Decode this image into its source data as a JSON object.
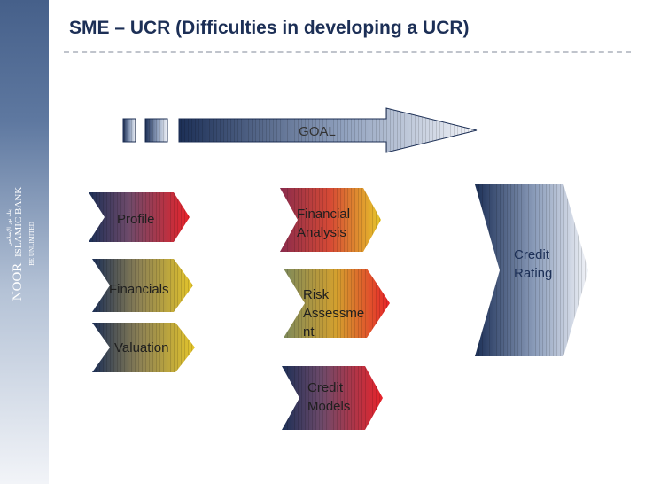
{
  "slide": {
    "title": "SME – UCR (Difficulties in developing  a UCR)"
  },
  "logo": {
    "brand_primary": "NOOR",
    "brand_secondary": "ISLAMIC BANK",
    "tagline": "BE UNLIMITED",
    "arabic": "بنك نور الإسلامي"
  },
  "goal_arrow": {
    "label": "GOAL"
  },
  "inputs": [
    {
      "id": "profile",
      "lines": [
        "Profile"
      ]
    },
    {
      "id": "financials",
      "lines": [
        "Financials"
      ]
    },
    {
      "id": "valuation",
      "lines": [
        "Valuation"
      ]
    }
  ],
  "analysis": [
    {
      "id": "financial-analysis",
      "lines": [
        "Financial",
        "Analysis"
      ]
    },
    {
      "id": "risk-assessment",
      "lines": [
        "Risk",
        "Assessme",
        "nt"
      ]
    },
    {
      "id": "credit-models",
      "lines": [
        "Credit",
        "Models"
      ]
    }
  ],
  "output": {
    "id": "credit-rating",
    "lines": [
      "Credit",
      "Rating"
    ]
  },
  "colors": {
    "navy": "#1c2f56",
    "red": "#e8232a",
    "yellow": "#e6c62a",
    "light_blue": "#e6eaf2"
  }
}
